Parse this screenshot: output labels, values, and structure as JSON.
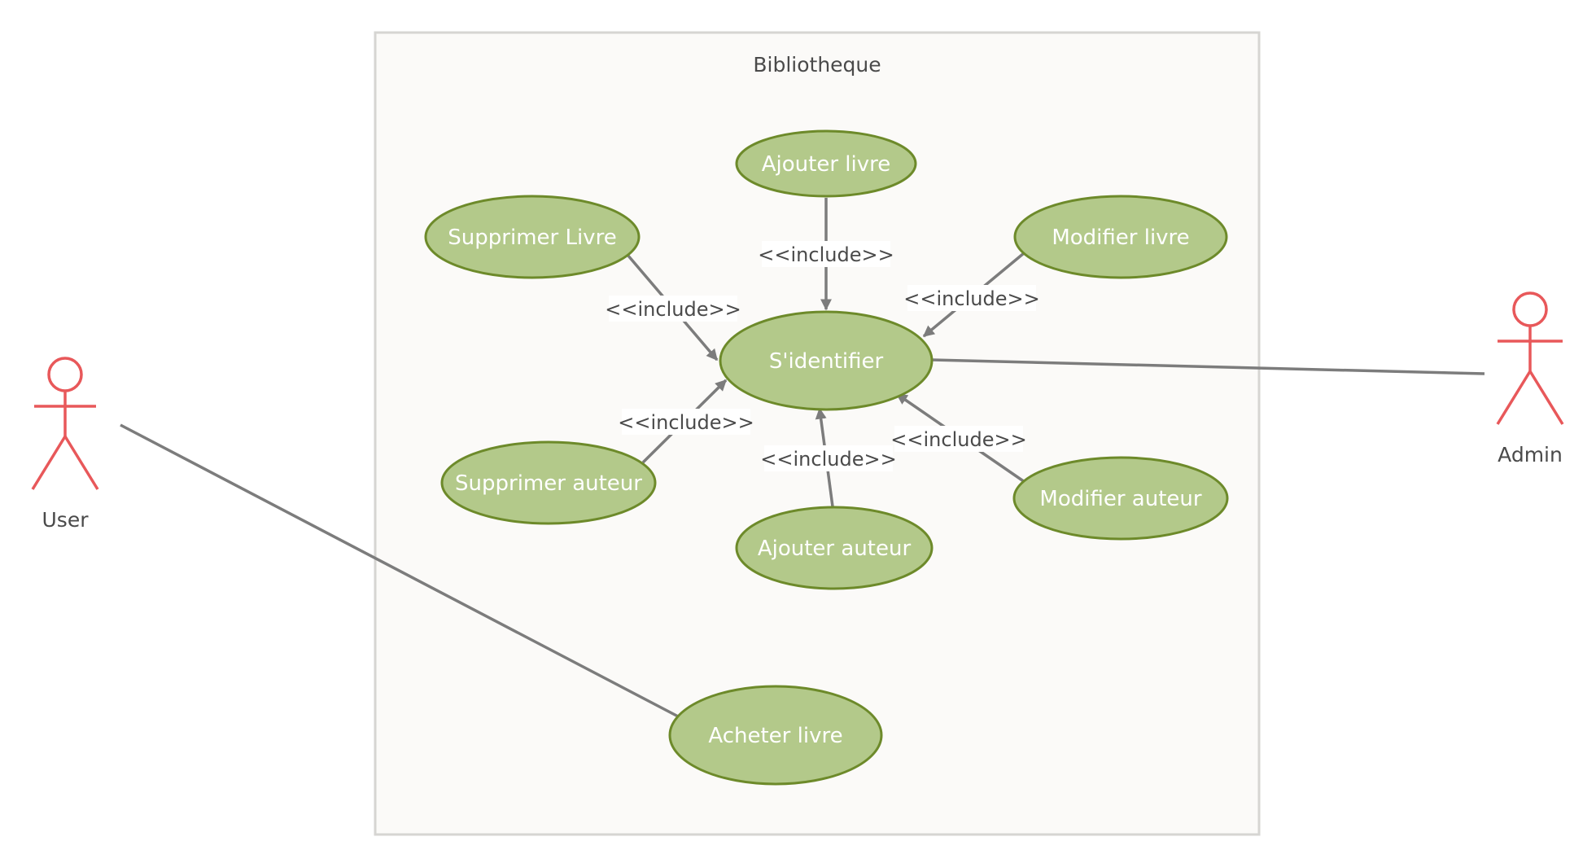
{
  "system": {
    "title": "Bibliotheque"
  },
  "actors": {
    "user": "User",
    "admin": "Admin"
  },
  "use_cases": {
    "ajouter_livre": "Ajouter livre",
    "supprimer_livre": "Supprimer Livre",
    "modifier_livre": "Modifier livre",
    "sidentifier": "S'identifier",
    "supprimer_auteur": "Supprimer auteur",
    "ajouter_auteur": "Ajouter auteur",
    "modifier_auteur": "Modifier auteur",
    "acheter_livre": "Acheter livre"
  },
  "relations": {
    "include_label": "<<include>>"
  },
  "colors": {
    "actor": "#e8585a",
    "use_case_fill": "#b3c98a",
    "use_case_stroke": "#6d8a2a",
    "connector": "#7c7c7c",
    "system_fill": "#fbfaf8",
    "system_stroke": "#d6d5d2"
  }
}
